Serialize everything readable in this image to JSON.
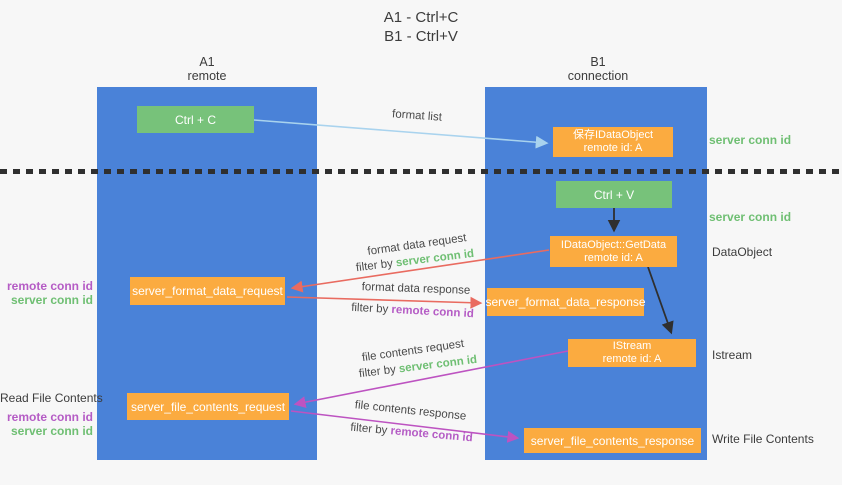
{
  "title": {
    "line1": "A1 - Ctrl+C",
    "line2": "B1 - Ctrl+V"
  },
  "columns": {
    "a": {
      "name": "A1",
      "role": "remote"
    },
    "b": {
      "name": "B1",
      "role": "connection"
    }
  },
  "nodes": {
    "ctrl_c": {
      "label": "Ctrl + C"
    },
    "ctrl_v": {
      "label": "Ctrl + V"
    },
    "save_idataobject": {
      "line1": "保存IDataObject",
      "line2": "remote id: A"
    },
    "getdata": {
      "line1": "IDataObject::GetData",
      "line2": "remote id: A"
    },
    "istream": {
      "line1": "IStream",
      "line2": "remote id: A"
    },
    "format_request": {
      "label": "server_format_data_request"
    },
    "format_response": {
      "label": "server_format_data_response"
    },
    "file_request": {
      "label": "server_file_contents_request"
    },
    "file_response": {
      "label": "server_file_contents_response"
    }
  },
  "side_labels": {
    "right": {
      "server_conn_id_top": "server conn id",
      "server_conn_id_mid": "server conn id",
      "dataobject": "DataObject",
      "istream": "Istream",
      "write_file_contents": "Write File Contents"
    },
    "left": {
      "remote_conn_id_top": "remote conn id",
      "server_conn_id_top": "server conn id",
      "read_file_contents": "Read File Contents",
      "remote_conn_id_bottom": "remote conn id",
      "server_conn_id_bottom": "server conn id"
    }
  },
  "arrow_labels": {
    "format_list": "format list",
    "format_data_request": "format data request",
    "format_data_response": "format data response",
    "file_contents_request": "file contents request",
    "file_contents_response": "file contents response",
    "filter_by": "filter by",
    "server_conn_id": "server conn id",
    "remote_conn_id": "remote conn id"
  },
  "colors": {
    "column_blue": "#4a82d8",
    "action_green": "#77c27a",
    "node_orange": "#fbab40",
    "request_red": "#e96b60",
    "contents_purple": "#bd53c1",
    "format_list_blue": "#a9d3ee",
    "conn_id_green": "#6fbf73",
    "conn_id_purple": "#b55cc5",
    "arrow_black": "#2f2f2f"
  }
}
